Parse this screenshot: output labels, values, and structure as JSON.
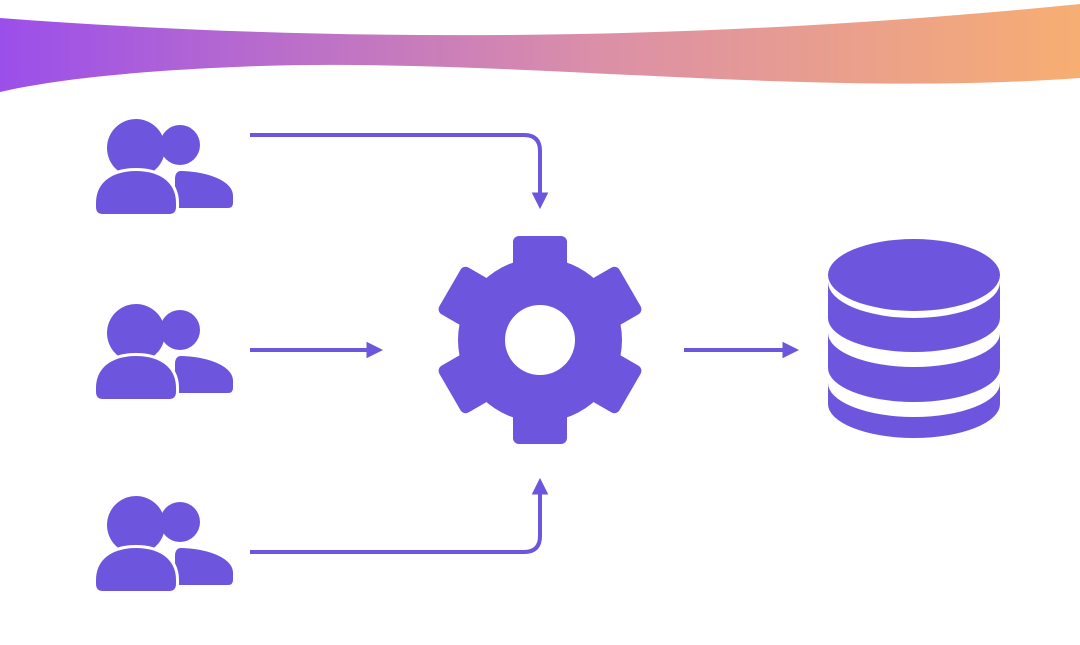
{
  "colors": {
    "icon_fill": "#6E55DD",
    "connector_stroke": "#6E55DD",
    "background": "#FFFFFF",
    "banner_gradient_start": "#9B4FEA",
    "banner_gradient_mid": "#DB8FA8",
    "banner_gradient_end": "#F7AE72"
  },
  "nodes": [
    {
      "id": "users-top",
      "icon": "users-icon",
      "label": ""
    },
    {
      "id": "users-middle",
      "icon": "users-icon",
      "label": ""
    },
    {
      "id": "users-bottom",
      "icon": "users-icon",
      "label": ""
    },
    {
      "id": "processor",
      "icon": "gear-icon",
      "label": ""
    },
    {
      "id": "storage",
      "icon": "database-icon",
      "label": ""
    }
  ],
  "edges": [
    {
      "from": "users-top",
      "to": "processor"
    },
    {
      "from": "users-middle",
      "to": "processor"
    },
    {
      "from": "users-bottom",
      "to": "processor"
    },
    {
      "from": "processor",
      "to": "storage"
    }
  ]
}
